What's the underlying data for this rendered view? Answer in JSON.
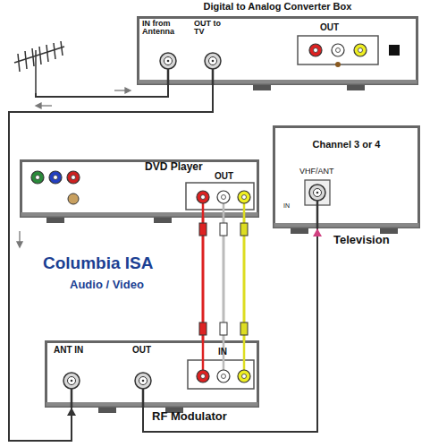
{
  "diagram": {
    "nodes": [
      {
        "text": [
          "Digital to Analog Converter Box",
          "IN from Antenna",
          "OUT to TV",
          "OUT"
        ]
      },
      {
        "text": [
          "DVD Player",
          "OUT"
        ]
      },
      {
        "text": [
          "Channel 3 or 4",
          "VHF/ANT",
          "IN",
          "Television"
        ]
      },
      {
        "text": [
          "ANT IN",
          "OUT",
          "IN",
          "RF Modulator"
        ]
      }
    ],
    "edges": [
      {
        "from": 0,
        "to": 3,
        "arrow": "to"
      },
      {
        "from": 3,
        "to": 2,
        "arrow": "to"
      },
      {
        "from": 1,
        "to": 3,
        "arrow": "none"
      }
    ],
    "labels": [
      "Columbia ISA",
      "Audio / Video"
    ]
  }
}
